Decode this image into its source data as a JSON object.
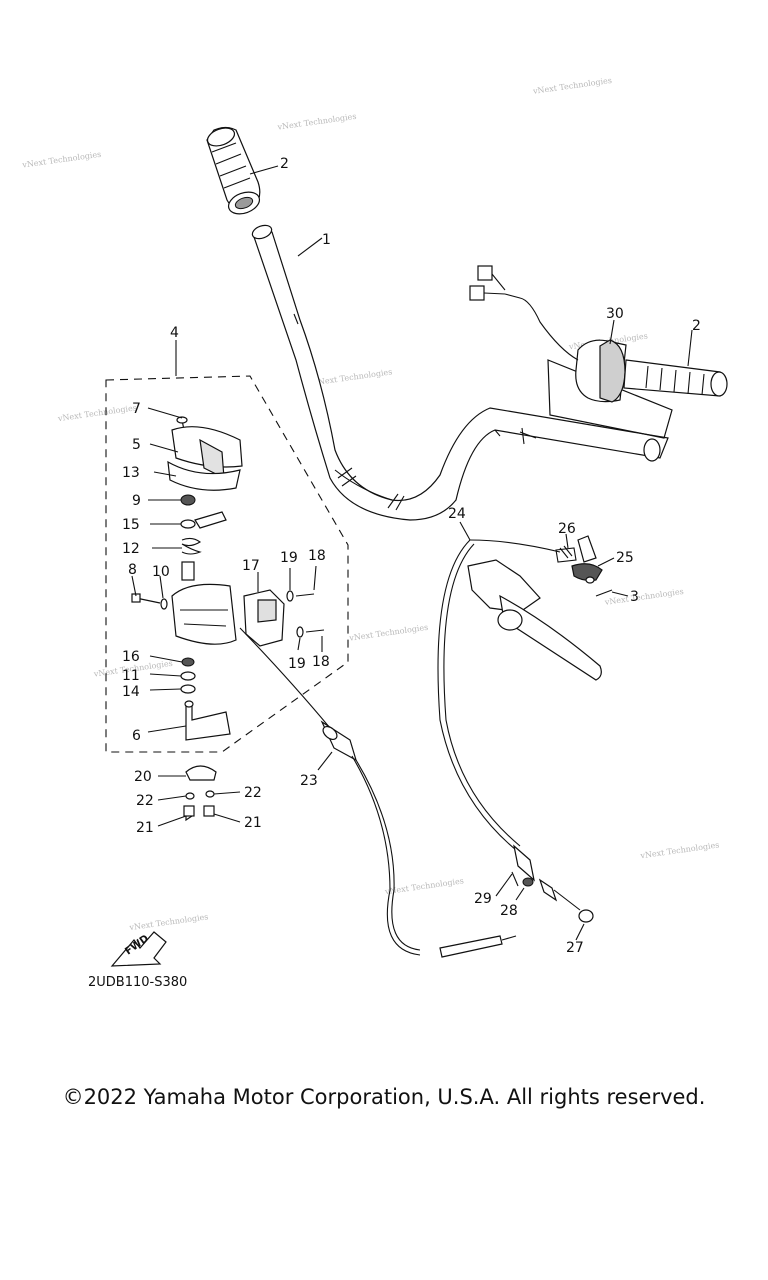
{
  "diagram": {
    "callouts": [
      "1",
      "2",
      "2",
      "3",
      "4",
      "5",
      "6",
      "7",
      "8",
      "9",
      "10",
      "11",
      "12",
      "13",
      "14",
      "15",
      "16",
      "17",
      "18",
      "18",
      "19",
      "19",
      "20",
      "21",
      "21",
      "22",
      "22",
      "23",
      "24",
      "25",
      "26",
      "27",
      "28",
      "29",
      "30"
    ],
    "watermark": [
      "vNext Technologies",
      "vNext Technologies",
      "vNext Technologies",
      "vNext Technologies",
      "vNext Technologies",
      "vNext Technologies",
      "vNext Technologies",
      "vNext Technologies",
      "vNext Technologies",
      "vNext Technologies",
      "vNext Technologies",
      "vNext Technologies"
    ],
    "fwd_label": "FWD",
    "drawing_code": "2UDB110-S380"
  },
  "footer": {
    "copyright": "©2022 Yamaha Motor Corporation, U.S.A. All rights reserved."
  }
}
